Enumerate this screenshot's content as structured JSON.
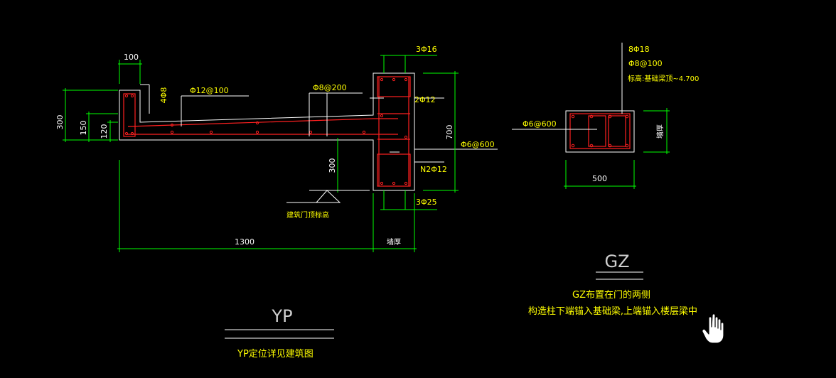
{
  "labels": {
    "dim_100": "100",
    "dim_300_left": "300",
    "dim_150": "150",
    "dim_120": "120",
    "rebar_4phi8": "4Φ8",
    "rebar_phi12_100": "Φ12@100",
    "rebar_phi8_200": "Φ8@200",
    "rebar_3phi16": "3Φ16",
    "rebar_2phi12": "2Φ12",
    "dim_700": "700",
    "rebar_phi6_600_beam": "Φ6@600",
    "rebar_n2phi12": "N2Φ12",
    "dim_300_slab": "300",
    "door_top_level": "建筑门顶标高",
    "dim_1300": "1300",
    "wall_thickness_bottom": "墙厚",
    "rebar_3phi25": "3Φ25",
    "gz_8phi18": "8Φ18",
    "gz_phi8_100": "Φ8@100",
    "gz_level": "标高:基础梁顶~4.700",
    "gz_phi6_600": "Φ6@600",
    "gz_wall_thickness": "墙厚",
    "gz_dim_500": "500"
  },
  "titles": {
    "gz": "GZ",
    "gz_note1": "GZ布置在门的两侧",
    "gz_note2": "构造柱下端锚入基础梁,上端锚入楼层梁中",
    "yp": "YP",
    "yp_note": "YP定位详见建筑图"
  },
  "colors": {
    "background": "#000000",
    "outline": "#ffffff",
    "dimension": "#00ff00",
    "rebar": "#ff2020",
    "rebar_text": "#ffff00"
  },
  "cursor": {
    "icon": "hand-cursor-icon"
  }
}
